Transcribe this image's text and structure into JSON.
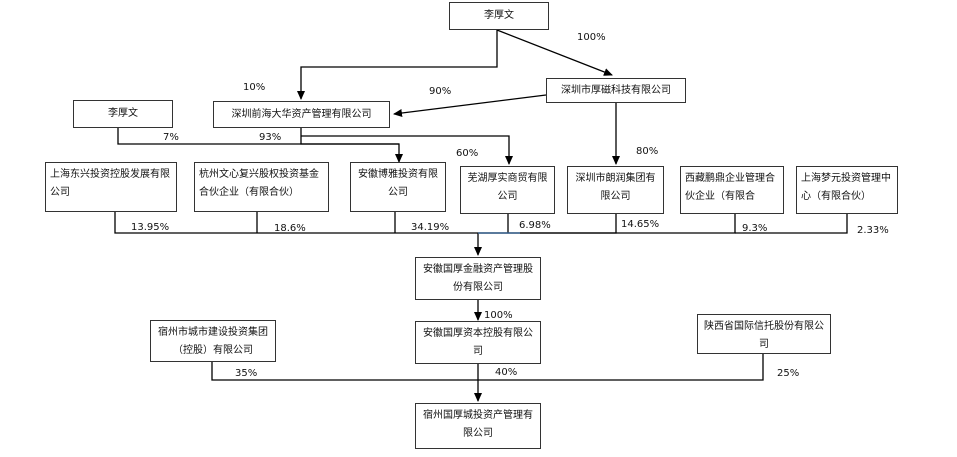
{
  "entities": {
    "li_houwen_top": "李厚文",
    "li_houwen_left": "李厚文",
    "qianhai_dahua": "深圳前海大华资产管理有限公司",
    "houci_tech": "深圳市厚磁科技有限公司",
    "shanghai_dongxing": "上海东兴投资控股发展有限公司",
    "hangzhou_wenxin": "杭州文心复兴股权投资基金合伙企业（有限合伙）",
    "anhui_boya": "安徽博雅投资有限公司",
    "wuhu_houshi": "芜湖厚实商贸有限公司",
    "shenzhen_langrun": "深圳市朗润集团有限公司",
    "xizang_pengding": "西藏鹏鼎企业管理合伙企业（有限合",
    "shanghai_mengyuan": "上海梦元投资管理中心（有限合伙）",
    "anhui_guohou_finance": "安徽国厚金融资产管理股份有限公司",
    "anhui_guohou_capital": "安徽国厚资本控股有限公司",
    "suzhou_urban_construction": "宿州市城市建设投资集团（控股）有限公司",
    "shaanxi_trust": "陕西省国际信托股份有限公司",
    "suzhou_guohou_city": "宿州国厚城投资产管理有限公司"
  },
  "percentages": {
    "li_to_houci": "100%",
    "li_to_qianhai": "10%",
    "houci_to_qianhai": "90%",
    "li_left_to_boya": "7%",
    "qianhai_to_boya": "93%",
    "houci_to_wuhu": "60%",
    "houci_to_langrun": "80%",
    "dongxing_share": "13.95%",
    "wenxin_share": "18.6%",
    "boya_share": "34.19%",
    "wuhu_share": "6.98%",
    "langrun_share": "14.65%",
    "pengding_share": "9.3%",
    "mengyuan_share": "2.33%",
    "finance_to_capital": "100%",
    "urban_share": "35%",
    "capital_share": "40%",
    "shaanxi_share": "25%"
  }
}
